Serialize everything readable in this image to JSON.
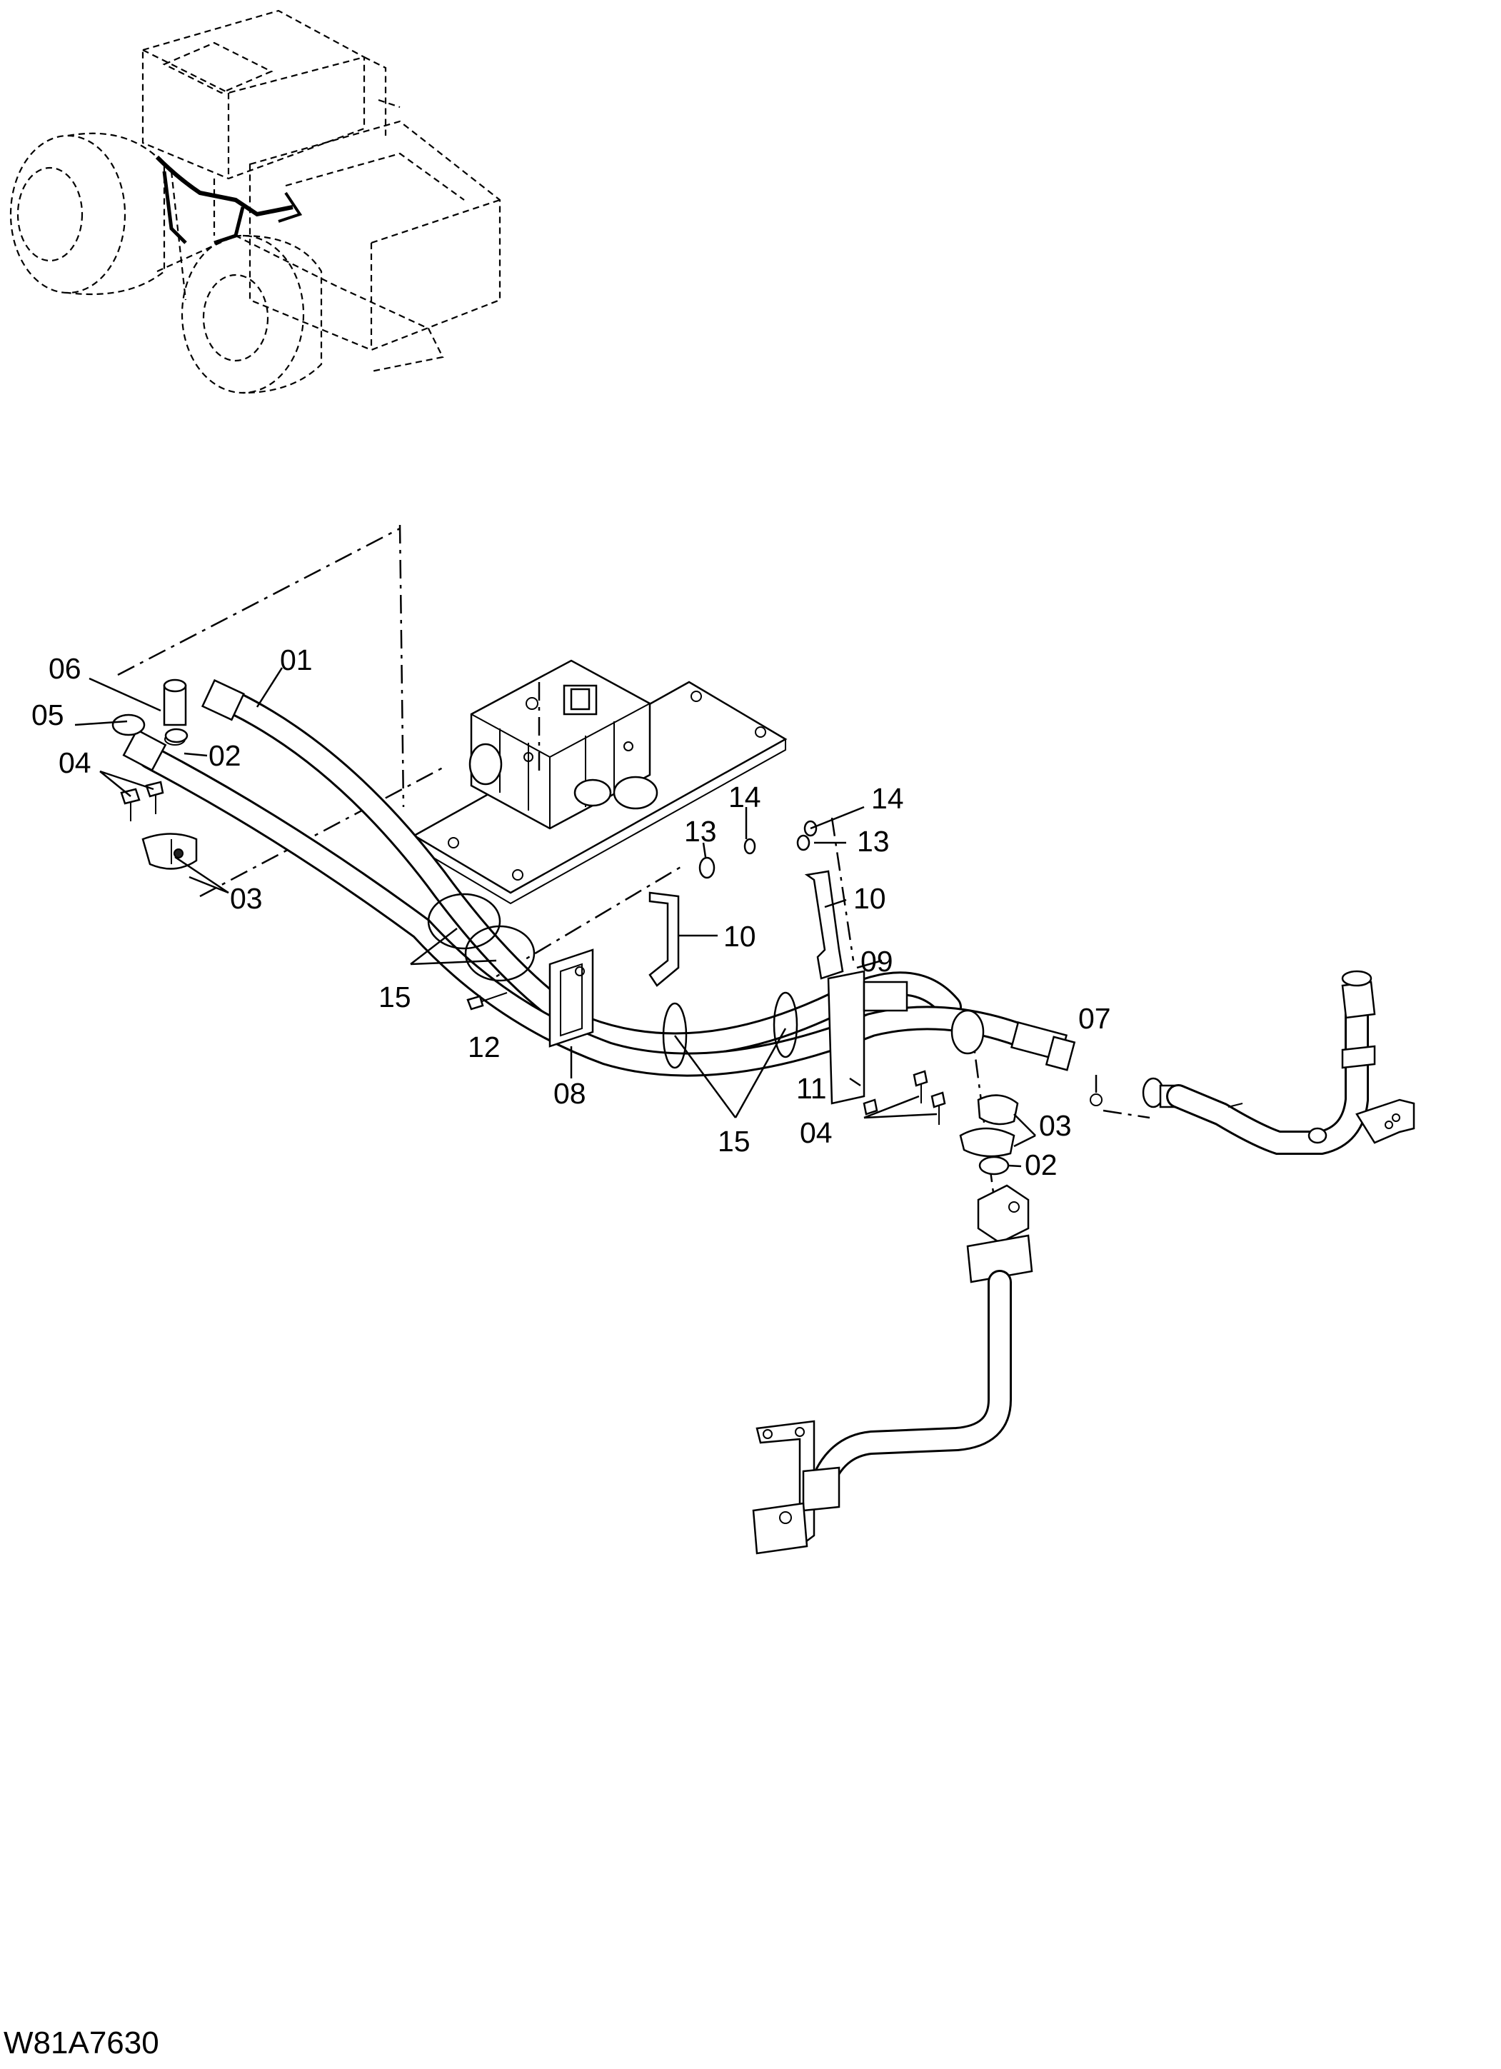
{
  "drawing_code": "W81A7630",
  "callouts": {
    "c01": "01",
    "c02a": "02",
    "c02b": "02",
    "c03a": "03",
    "c03b": "03",
    "c04a": "04",
    "c04b": "04",
    "c05": "05",
    "c06": "06",
    "c07": "07",
    "c08": "08",
    "c09": "09",
    "c10a": "10",
    "c10b": "10",
    "c11": "11",
    "c12": "12",
    "c13a": "13",
    "c13b": "13",
    "c14a": "14",
    "c14b": "14",
    "c15a": "15",
    "c15b": "15"
  }
}
